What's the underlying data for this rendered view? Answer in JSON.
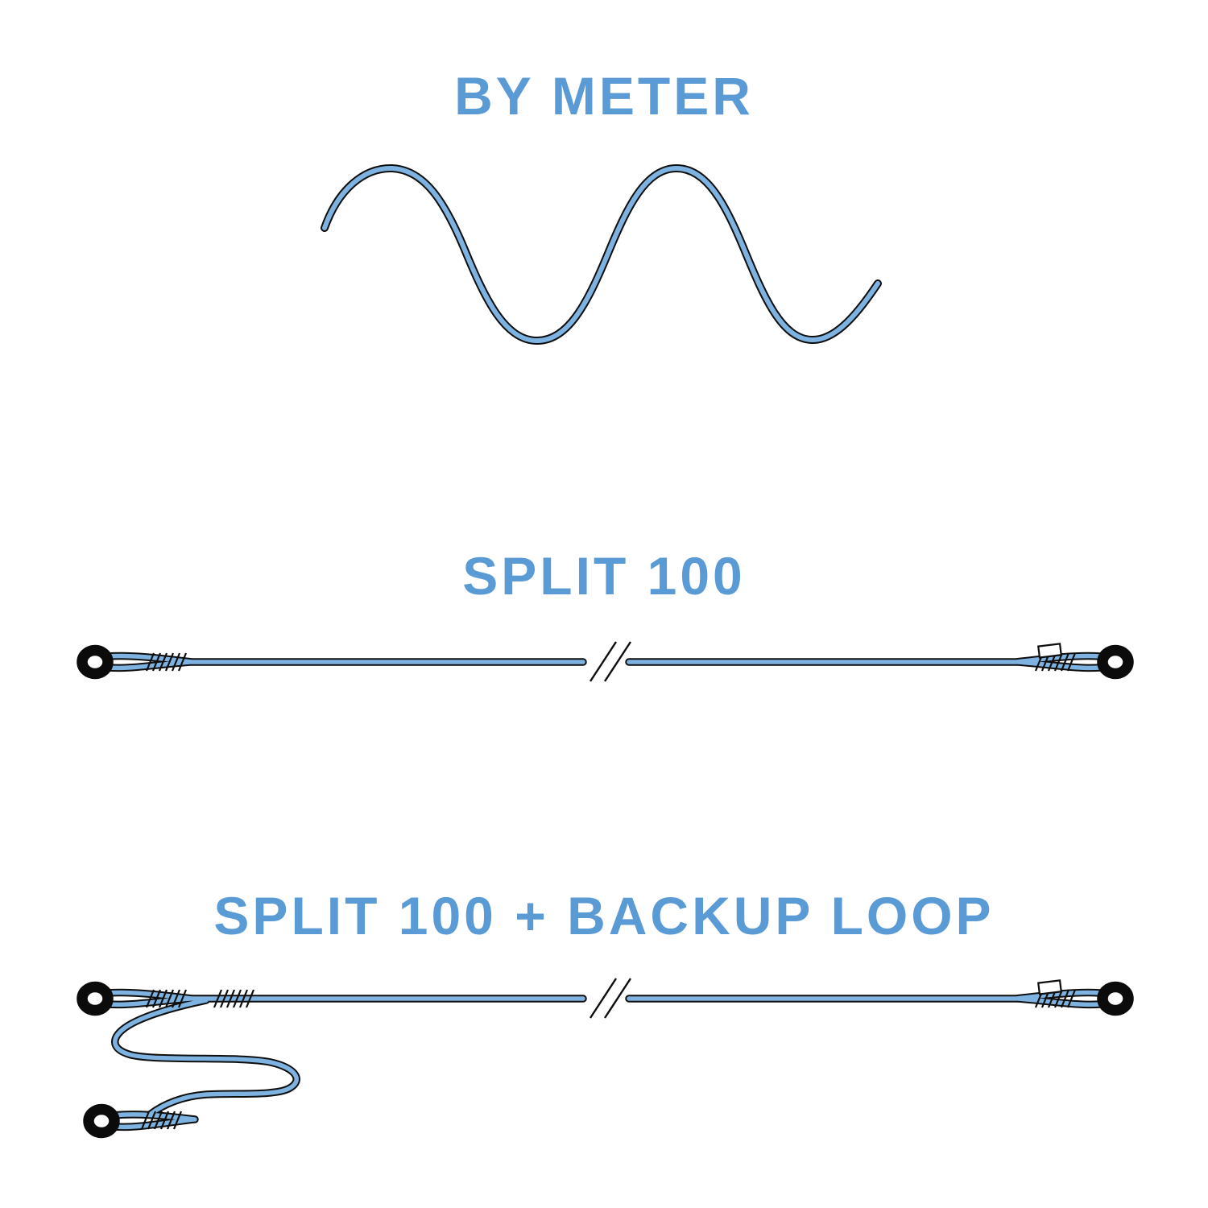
{
  "page": {
    "background": "#ffffff"
  },
  "colors": {
    "title_blue": "#5B9BD5",
    "rope_blue": "#7EB2E0",
    "rope_outline": "#0E0E0E",
    "eye_black": "#0B0B0B",
    "tag_fill": "#FFFFFF"
  },
  "sections": {
    "by_meter": {
      "title": "BY METER",
      "illustration": "wavy-rope-length"
    },
    "split_100": {
      "title": "SPLIT 100",
      "illustration": "rope-with-spliced-eye-each-end-and-break-mark"
    },
    "split_100_backup": {
      "title": "SPLIT 100 + BACKUP LOOP",
      "illustration": "rope-with-spliced-eyes-break-mark-and-backup-loop-eye"
    }
  }
}
